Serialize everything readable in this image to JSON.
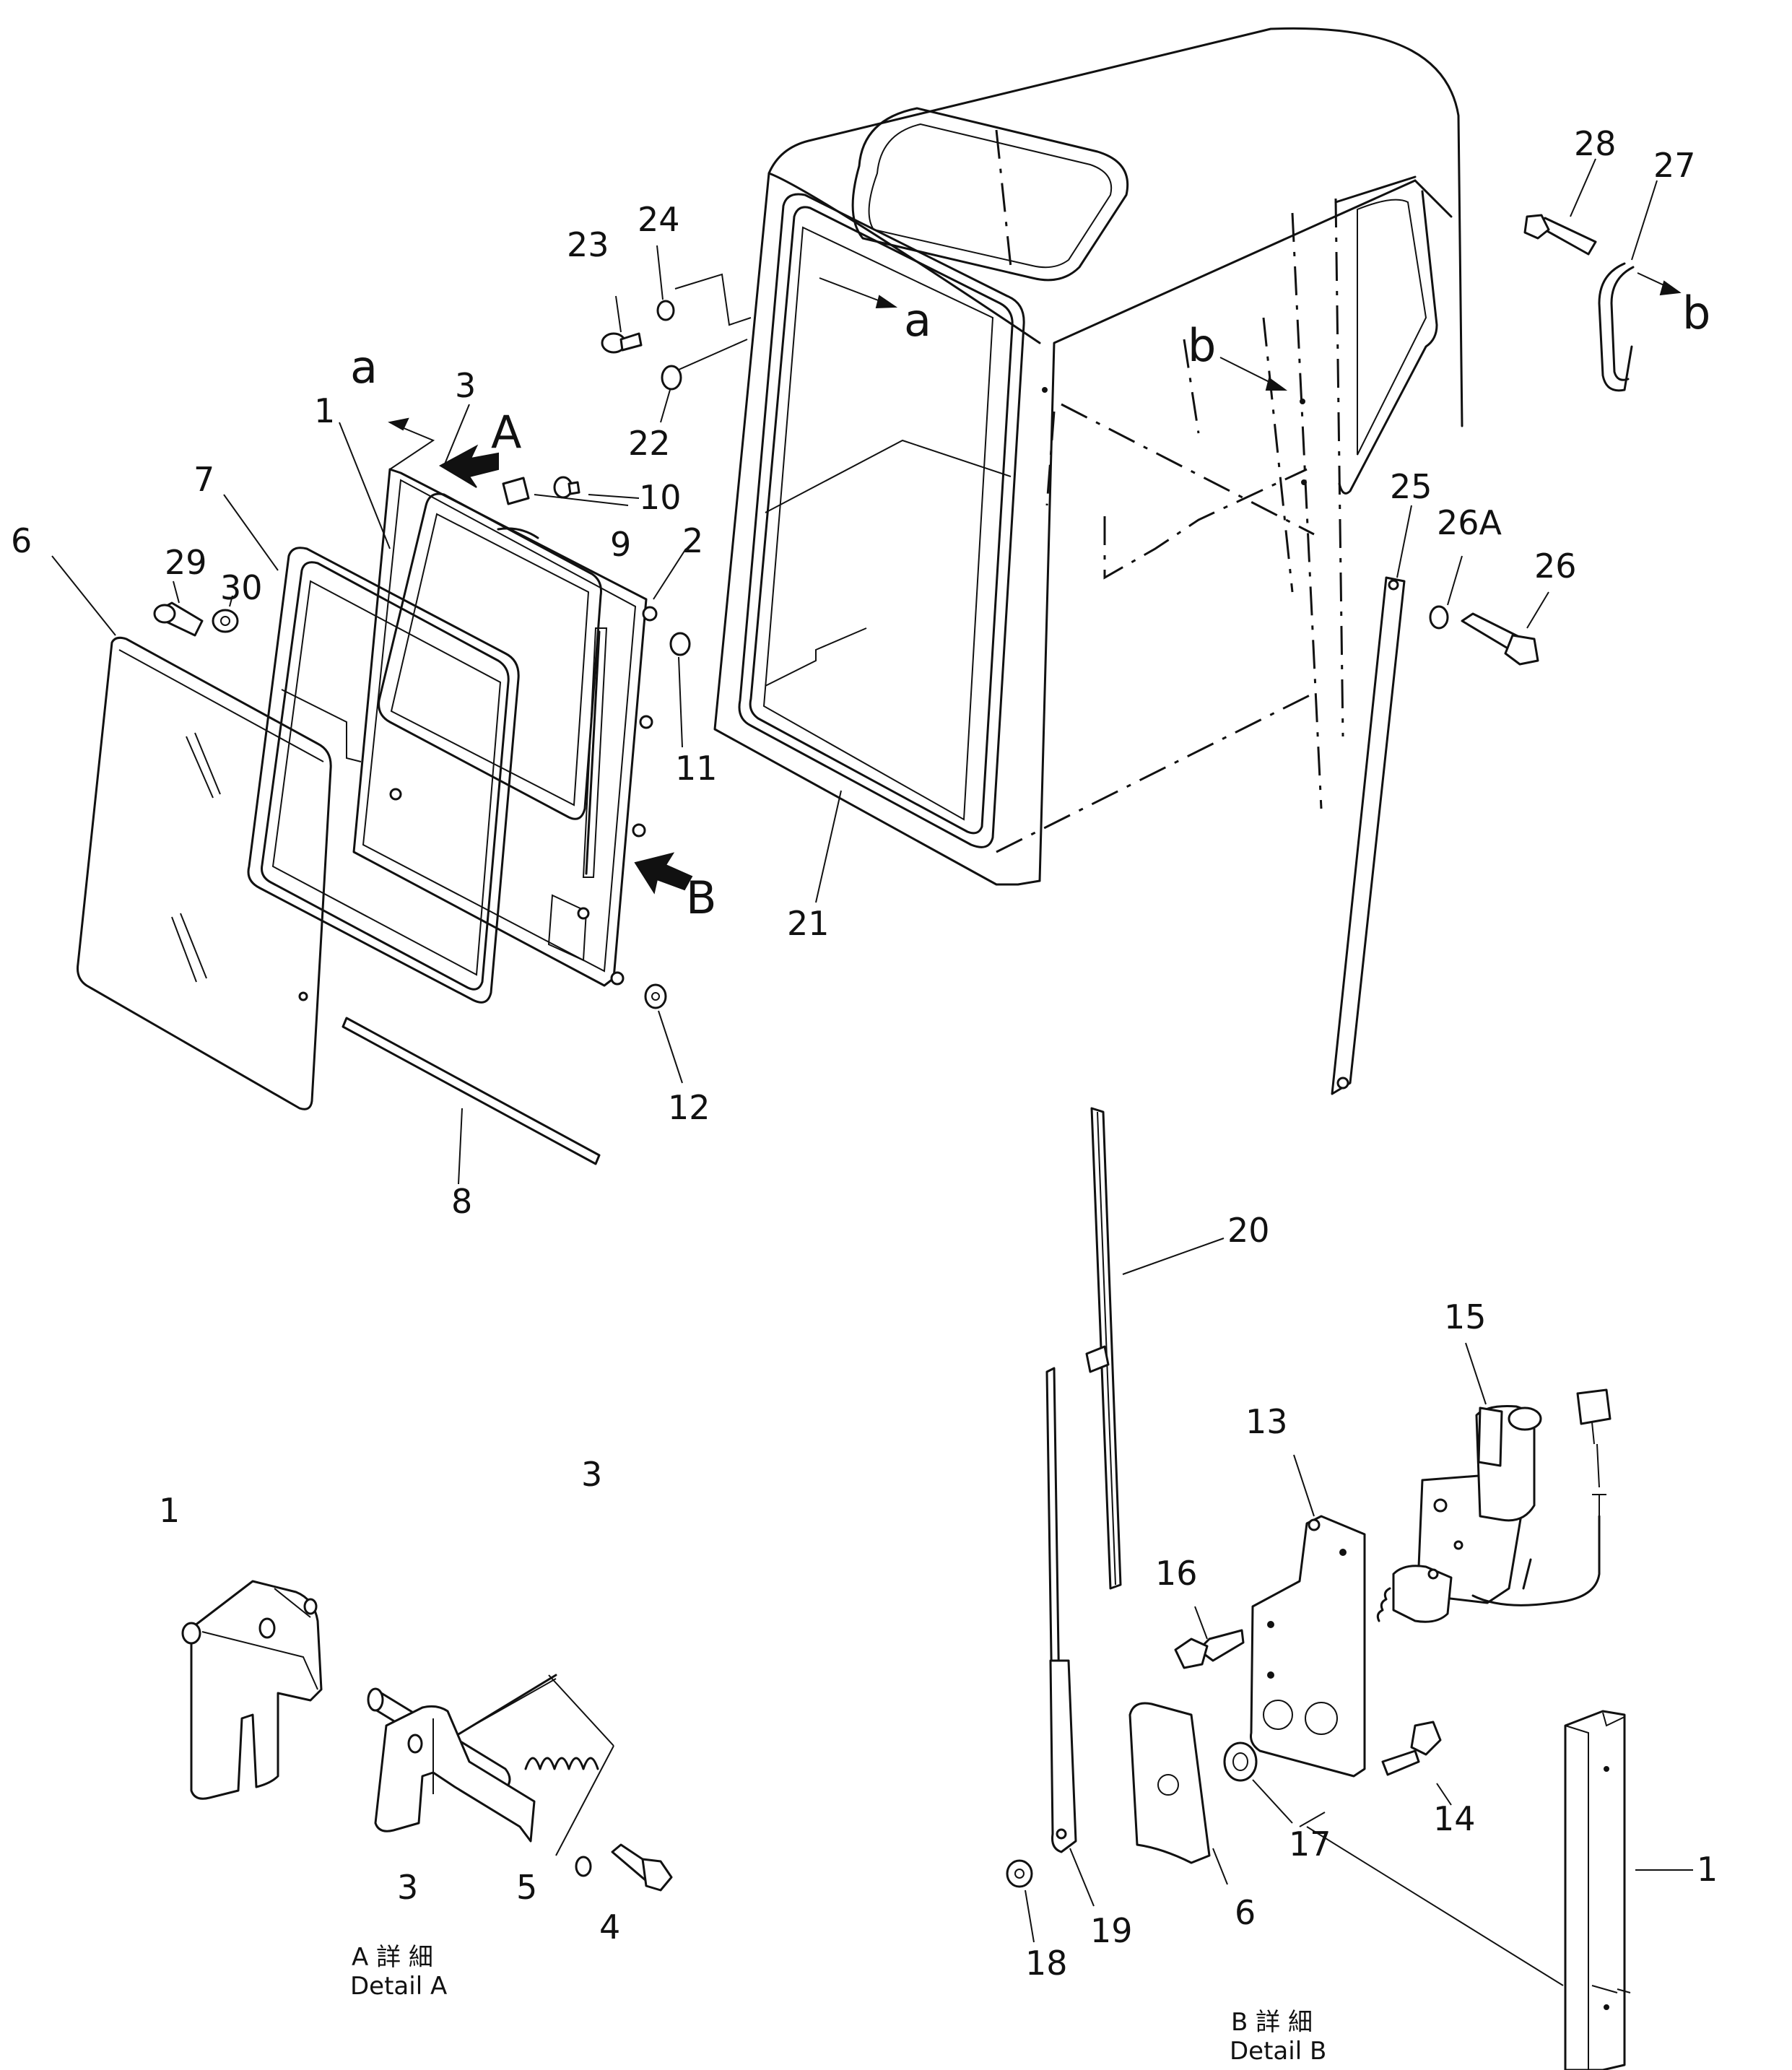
{
  "labels": {
    "p1": "1",
    "p2": "2",
    "p3": "3",
    "p6": "6",
    "p7": "7",
    "p8": "8",
    "p9": "9",
    "p10": "10",
    "p11": "11",
    "p12": "12",
    "p21": "21",
    "p22": "22",
    "p23": "23",
    "p24": "24",
    "p25": "25",
    "p26": "26",
    "p26a": "26A",
    "p27": "27",
    "p28": "28",
    "p29": "29",
    "p30": "30",
    "ref_a_upper": "a",
    "ref_a_cab": "a",
    "ref_b_cab": "b",
    "ref_b_rod": "b",
    "arrow_A": "A",
    "arrow_B": "B"
  },
  "detail_a": {
    "p1": "1",
    "p3_upper": "3",
    "p3_lower": "3",
    "p4": "4",
    "p5": "5",
    "caption_jp": "A 詳 細",
    "caption_en": "Detail A"
  },
  "detail_b": {
    "p20": "20",
    "p15": "15",
    "p13": "13",
    "p16": "16",
    "p14": "14",
    "p17": "17",
    "p1": "1",
    "p6": "6",
    "p18": "18",
    "p19": "19",
    "caption_jp": "B 詳 細",
    "caption_en": "Detail B"
  }
}
